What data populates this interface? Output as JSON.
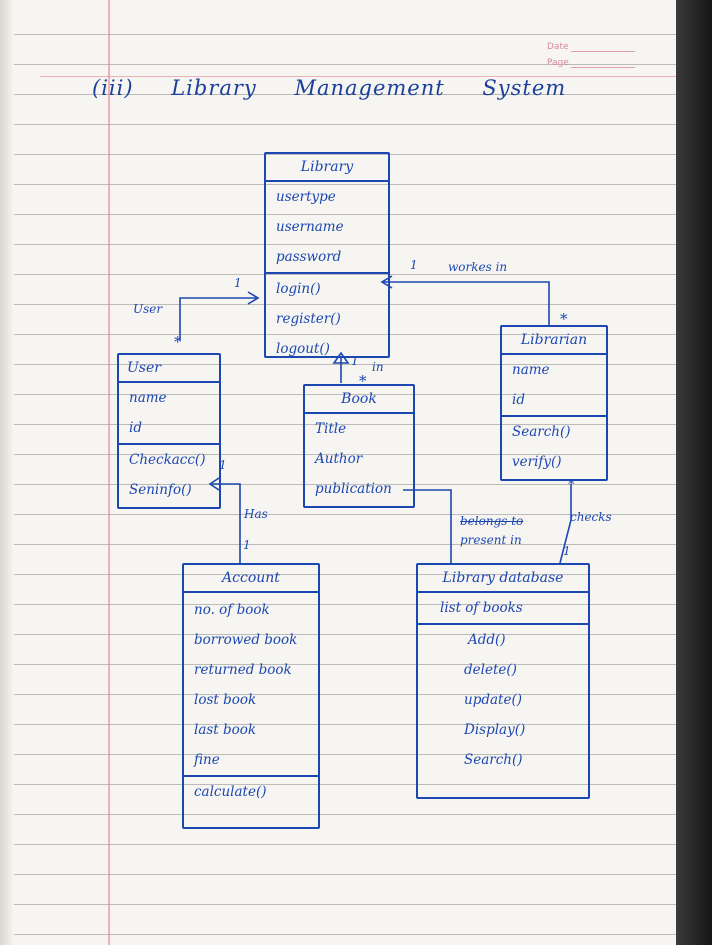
{
  "header": {
    "date_label": "Date",
    "page_label": "Page"
  },
  "title": "(iii) Library Management System",
  "classes": {
    "library": {
      "name": "Library",
      "attributes": [
        "usertype",
        "username",
        "password"
      ],
      "methods": [
        "login()",
        "register()",
        "logout()"
      ]
    },
    "user": {
      "name": "User",
      "attributes": [
        "name",
        "id"
      ],
      "methods": [
        "Checkacc()",
        "Seninfo()"
      ]
    },
    "book": {
      "name": "Book",
      "attributes": [
        "Title",
        "Author",
        "publication"
      ],
      "methods": []
    },
    "librarian": {
      "name": "Librarian",
      "attributes": [
        "name",
        "id"
      ],
      "methods": [
        "Search()",
        "verify()"
      ]
    },
    "account": {
      "name": "Account",
      "attributes": [
        "no. of book",
        "borrowed book",
        "returned book",
        "lost book",
        "last book",
        "fine"
      ],
      "methods": [
        "calculate()"
      ]
    },
    "library_database": {
      "name": "Library database",
      "attributes": [
        "list of books"
      ],
      "methods": [
        "Add()",
        "delete()",
        "update()",
        "Display()",
        "Search()"
      ]
    }
  },
  "relationships": {
    "user_library": {
      "label": "User",
      "mult_user": "*",
      "mult_library": "1"
    },
    "librarian_library": {
      "label": "workes in",
      "mult_library": "1",
      "mult_librarian": "*"
    },
    "book_library": {
      "label": "in",
      "mult_book": "*",
      "mult_library": "1"
    },
    "account_user": {
      "label": "Has",
      "mult_account": "1",
      "mult_user": "1"
    },
    "book_database": {
      "label_struck": "belongs to",
      "label": "present in"
    },
    "librarian_database": {
      "label": "checks",
      "mult_librarian": "*",
      "mult_database": "1"
    }
  }
}
